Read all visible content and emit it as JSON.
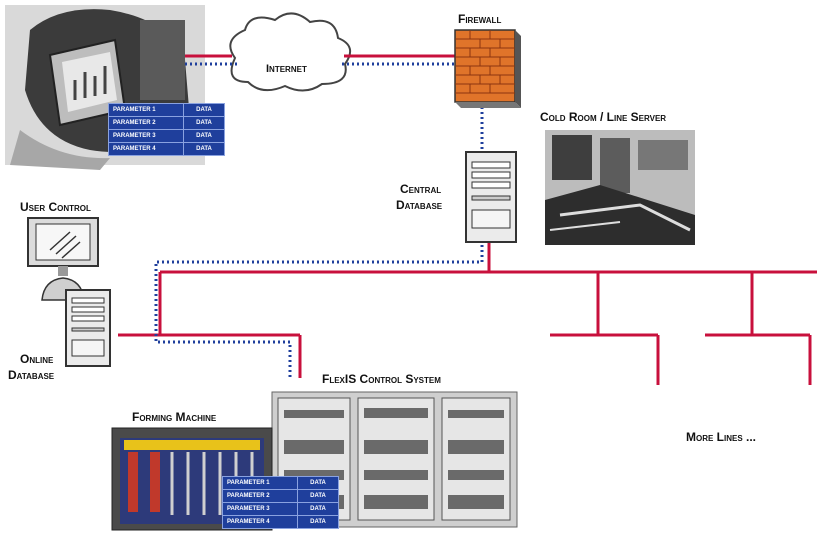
{
  "labels": {
    "firewall": "Firewall",
    "internet": "Internet",
    "cold_room": "Cold Room / Line Server",
    "central_database": [
      "Central",
      "Database"
    ],
    "user_control": "User Control",
    "online_database": [
      "Online",
      "Database"
    ],
    "flexis": "FlexIS Control System",
    "forming_machine": "Forming Machine",
    "more_lines": "More Lines ..."
  },
  "parameter_tables": {
    "top": [
      {
        "param": "Parameter 1",
        "value": "Data"
      },
      {
        "param": "Parameter 2",
        "value": "Data"
      },
      {
        "param": "Parameter 3",
        "value": "Data"
      },
      {
        "param": "Parameter 4",
        "value": "Data"
      }
    ],
    "bottom": [
      {
        "param": "Parameter 1",
        "value": "Data"
      },
      {
        "param": "Parameter 2",
        "value": "Data"
      },
      {
        "param": "Parameter 3",
        "value": "Data"
      },
      {
        "param": "Parameter 4",
        "value": "Data"
      }
    ]
  },
  "colors": {
    "network_line": "#c8103c",
    "data_flow": "#1f3f9c",
    "firewall_brick": "#e0742a",
    "table_bg": "#1f3f9c"
  }
}
